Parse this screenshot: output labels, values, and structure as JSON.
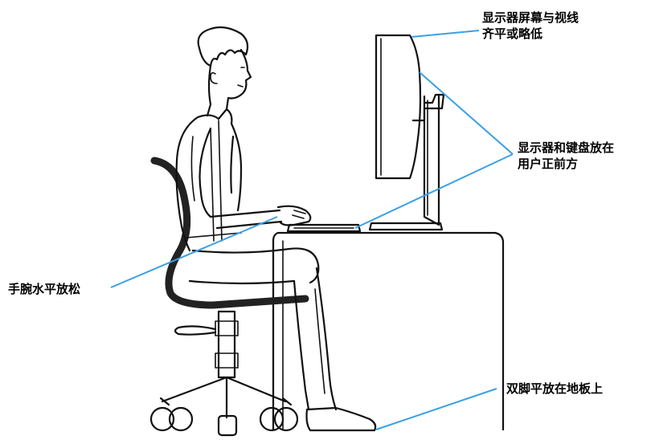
{
  "callouts": {
    "top_of_screen": {
      "line1": "显示器屏幕与视线",
      "line2": "齐平或略低"
    },
    "monitor_keyboard": {
      "line1": "显示器和键盘放在",
      "line2": "用户正前方"
    },
    "wrists": {
      "text": "手腕水平放松"
    },
    "feet": {
      "text": "双脚平放在地板上"
    }
  },
  "colors": {
    "callout_line": "#3aa0e6",
    "line_art": "#111111",
    "background": "#ffffff"
  },
  "icons": [
    "seated-person",
    "office-chair",
    "desk",
    "monitor",
    "keyboard"
  ]
}
